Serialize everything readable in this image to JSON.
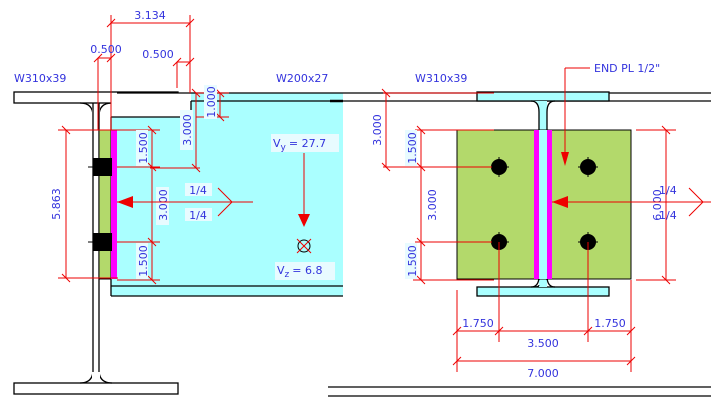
{
  "diagram": {
    "type": "shear end-plate connection detail",
    "colors": {
      "beam_fill": "#aaffff",
      "plate_fill": "#b3d96b",
      "weld": "#ff00ff",
      "dimension": "#ee0000",
      "text": "#3333dd"
    },
    "elevation_view": {
      "column_label": "W310x39",
      "beam_label": "W200x27",
      "dims": {
        "top_overall": "3.134",
        "column_flange_gap": "0.500",
        "cope_gap": "0.500",
        "cope_depth": "1.000",
        "top_to_plate": "3.000",
        "plate_height": "5.863",
        "edge_top": "1.500",
        "bolt_spacing": "3.000",
        "edge_bottom": "1.500"
      },
      "weld_top": "1/4",
      "weld_bottom": "1/4",
      "shear_vy": "V",
      "shear_vy_sub": "y",
      "shear_vy_value": "= 27.7",
      "shear_vz": "V",
      "shear_vz_sub": "z",
      "shear_vz_value": "= 6.8"
    },
    "section_view": {
      "column_label": "W310x39",
      "end_plate_label": "END PL 1/2\"",
      "dims": {
        "top_to_bolt": "3.000",
        "edge_top": "1.500",
        "bolt_spacing": "3.000",
        "edge_bottom": "1.500",
        "plate_height": "6.000",
        "edge_left": "1.750",
        "edge_right": "1.750",
        "gauge": "3.500",
        "plate_width": "7.000"
      },
      "weld_top": "1/4",
      "weld_bottom": "1/4"
    }
  }
}
